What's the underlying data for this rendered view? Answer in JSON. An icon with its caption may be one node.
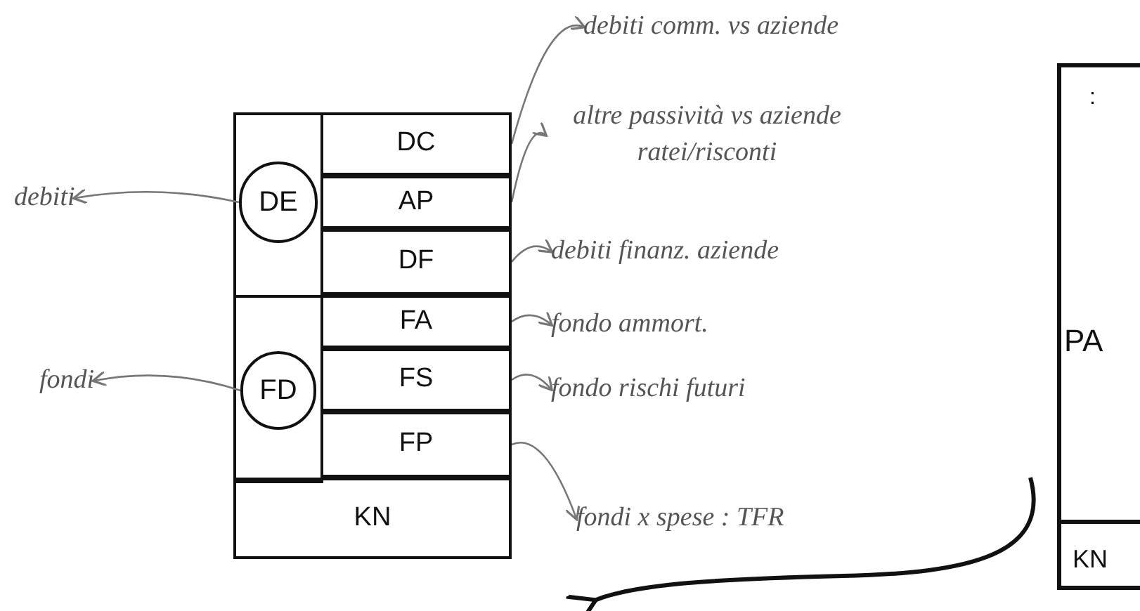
{
  "diagram": {
    "nodes": [
      {
        "text": [
          "DE"
        ]
      },
      {
        "text": [
          "DC"
        ]
      },
      {
        "text": [
          "AP"
        ]
      },
      {
        "text": [
          "DF"
        ]
      },
      {
        "text": [
          "FD"
        ]
      },
      {
        "text": [
          "FA"
        ]
      },
      {
        "text": [
          "FS"
        ]
      },
      {
        "text": [
          "FP"
        ]
      },
      {
        "text": [
          "KN"
        ]
      },
      {
        "text": [
          "debiti"
        ]
      },
      {
        "text": [
          "fondi"
        ]
      },
      {
        "text": [
          "debiti comm. vs aziende"
        ]
      },
      {
        "text": [
          "altre passività vs aziende ratei/risconti"
        ]
      },
      {
        "text": [
          "debiti finanz. aziende"
        ]
      },
      {
        "text": [
          "fondo ammort."
        ]
      },
      {
        "text": [
          "fondo rischi futuri"
        ]
      },
      {
        "text": [
          "fondi x spese : TFR"
        ]
      },
      {
        "text": [
          ":",
          "PA"
        ]
      },
      {
        "text": [
          "KN"
        ],
        "in": 17
      }
    ],
    "edges": [
      {
        "from": 0,
        "to": 9,
        "arrow": "to"
      },
      {
        "from": 4,
        "to": 10,
        "arrow": "to"
      },
      {
        "from": 1,
        "to": 11,
        "arrow": "to"
      },
      {
        "from": 2,
        "to": 12,
        "arrow": "to"
      },
      {
        "from": 3,
        "to": 13,
        "arrow": "to"
      },
      {
        "from": 5,
        "to": 14,
        "arrow": "to"
      },
      {
        "from": 6,
        "to": 15,
        "arrow": "to"
      },
      {
        "from": 7,
        "to": 16,
        "arrow": "to"
      }
    ]
  }
}
